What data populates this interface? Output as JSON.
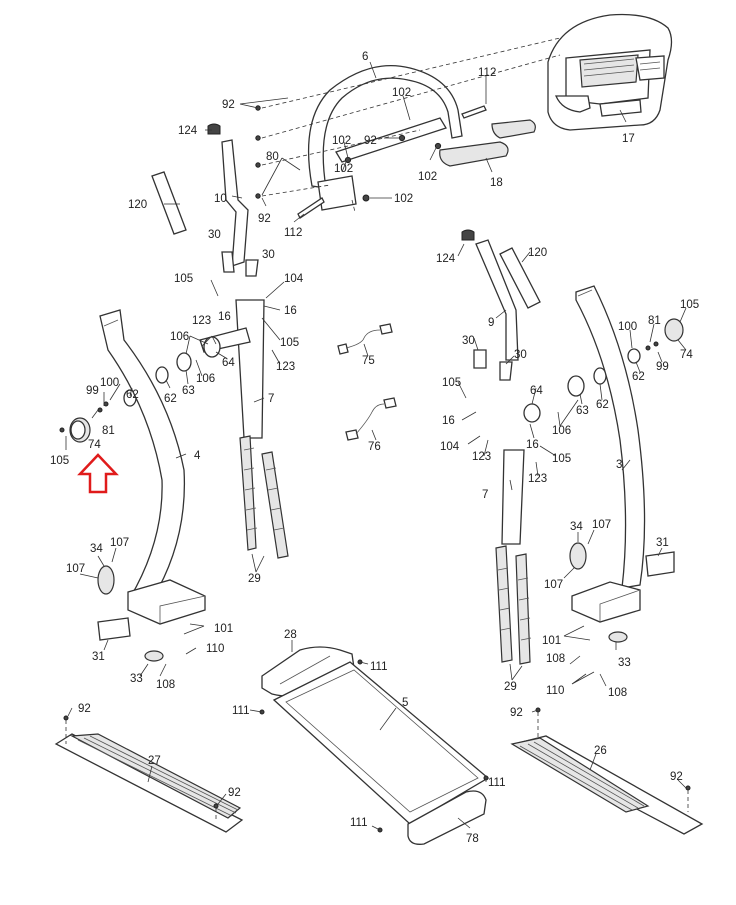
{
  "diagram": {
    "type": "exploded-parts-view",
    "highlight_color": "#e01b1b",
    "line_color": "#333333",
    "labels": {
      "p6": "6",
      "p112a": "112",
      "p92a": "92",
      "p102a": "102",
      "p124a": "124",
      "p102b": "102",
      "p92b": "92",
      "p17": "17",
      "p80": "80",
      "p102c": "102",
      "p18": "18",
      "p120a": "120",
      "p10": "10",
      "p92c": "92",
      "p112b": "112",
      "p102d": "102",
      "p30a": "30",
      "p30b": "30",
      "p105a": "105",
      "p104a": "104",
      "p16a": "16",
      "p16b": "16",
      "p105b": "105",
      "p123a": "123",
      "p106a": "106",
      "p64a": "64",
      "p106b": "106",
      "p123b": "123",
      "p75": "75",
      "p62a": "62",
      "p63a": "63",
      "p99a": "99",
      "p100a": "100",
      "p62b": "62",
      "p81a": "81",
      "p74a": "74",
      "p105c": "105",
      "p4": "4",
      "p7a": "7",
      "p76": "76",
      "p124b": "124",
      "p120b": "120",
      "p9": "9",
      "p30c": "30",
      "p30d": "30",
      "p105d": "105",
      "p16c": "16",
      "p104b": "104",
      "p123c": "123",
      "p64b": "64",
      "p106c": "106",
      "p16d": "16",
      "p105e": "105",
      "p123d": "123",
      "p63b": "63",
      "p62c": "62",
      "p100b": "100",
      "p81b": "81",
      "p105f": "105",
      "p74b": "74",
      "p62d": "62",
      "p99b": "99",
      "p3": "3",
      "p7b": "7",
      "p29a": "29",
      "p34a": "34",
      "p107a": "107",
      "p107b": "107",
      "p101a": "101",
      "p110a": "110",
      "p31a": "31",
      "p33a": "33",
      "p108a": "108",
      "p34b": "34",
      "p107c": "107",
      "p107d": "107",
      "p31b": "31",
      "p29b": "29",
      "p101b": "101",
      "p108b": "108",
      "p33b": "33",
      "p110b": "110",
      "p108c": "108",
      "p28": "28",
      "p111a": "111",
      "p111b": "111",
      "p5": "5",
      "p92d": "92",
      "p27": "27",
      "p92e": "92",
      "p92f": "92",
      "p26": "26",
      "p92g": "92",
      "p111c": "111",
      "p111d": "111",
      "p78": "78"
    }
  }
}
